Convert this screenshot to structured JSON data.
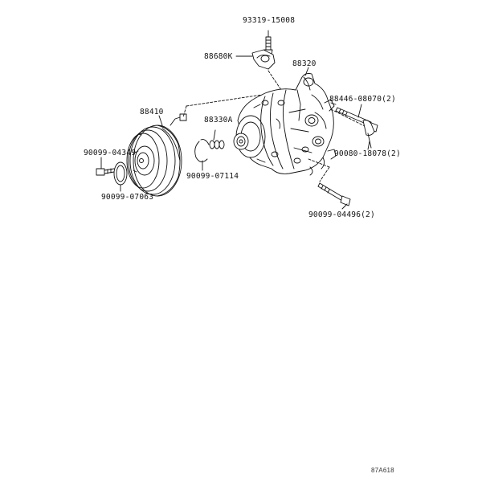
{
  "callouts": {
    "bolt_top": "93319-15008",
    "bracket": "88680K",
    "compressor": "88320",
    "bolt_right_upper": "88446-08070(2)",
    "stud": "90080-18078(2)",
    "bolt_bottom": "90099-04496(2)",
    "pulley": "88410",
    "shim": "88330A",
    "bolt_left": "90099-04349",
    "ring_left": "90099-07063",
    "snap_ring": "90099-07114"
  },
  "figure_id": "87A618"
}
